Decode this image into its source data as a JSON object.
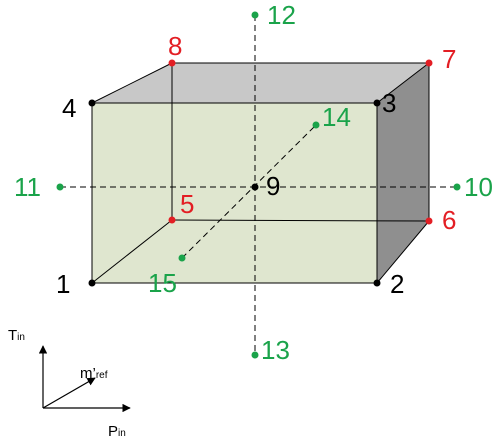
{
  "points": {
    "p1": "1",
    "p2": "2",
    "p3": "3",
    "p4": "4",
    "p5": "5",
    "p6": "6",
    "p7": "7",
    "p8": "8",
    "p9": "9",
    "p10": "10",
    "p11": "11",
    "p12": "12",
    "p13": "13",
    "p14": "14",
    "p15": "15"
  },
  "axes": {
    "t_main": "T",
    "t_sub": "in",
    "p_main": "P",
    "p_sub": "in",
    "m_main": "m’",
    "m_sub": "ref"
  },
  "colors": {
    "black": "#000000",
    "red": "#e31e24",
    "green": "#1aa34a"
  },
  "front_face": "#dfe6cf",
  "top_face": "#c8c8c8",
  "right_face": "#8f8f8f"
}
